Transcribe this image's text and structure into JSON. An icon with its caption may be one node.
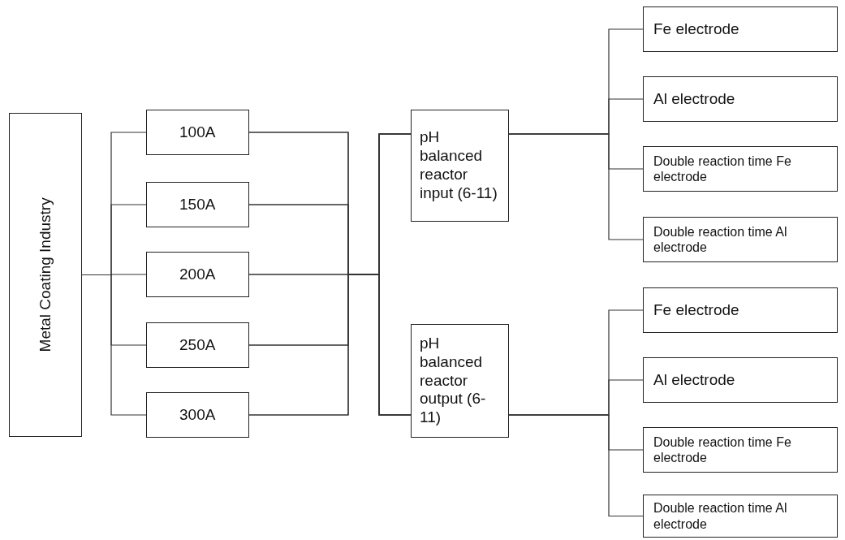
{
  "diagram": {
    "nodes": [
      {
        "text": [
          "Metal Coating Industry"
        ]
      },
      {
        "text": [
          "100A"
        ]
      },
      {
        "text": [
          "150A"
        ]
      },
      {
        "text": [
          "200A"
        ]
      },
      {
        "text": [
          "250A"
        ]
      },
      {
        "text": [
          "300A"
        ]
      },
      {
        "text": [
          "pH balanced reactor input (6-11)"
        ]
      },
      {
        "text": [
          "Fe electrode"
        ]
      },
      {
        "text": [
          "Al electrode"
        ]
      },
      {
        "text": [
          "Double reaction time Fe electrode"
        ]
      },
      {
        "text": [
          "Double reaction time Al electrode"
        ]
      },
      {
        "text": [
          "pH balanced reactor output (6-11)"
        ]
      },
      {
        "text": [
          "Fe electrode"
        ]
      },
      {
        "text": [
          "Al electrode"
        ]
      },
      {
        "text": [
          "Double reaction time Fe electrode"
        ]
      },
      {
        "text": [
          "Double reaction time Al electrode"
        ]
      }
    ],
    "edges": [
      {
        "from": 0,
        "to": 1,
        "arrow": "none"
      },
      {
        "from": 0,
        "to": 2,
        "arrow": "none"
      },
      {
        "from": 0,
        "to": 3,
        "arrow": "none"
      },
      {
        "from": 0,
        "to": 4,
        "arrow": "none"
      },
      {
        "from": 0,
        "to": 5,
        "arrow": "none"
      },
      {
        "from": 1,
        "to": 6,
        "arrow": "none"
      },
      {
        "from": 2,
        "to": 6,
        "arrow": "none"
      },
      {
        "from": 3,
        "to": 6,
        "arrow": "none"
      },
      {
        "from": 4,
        "to": 6,
        "arrow": "none"
      },
      {
        "from": 5,
        "to": 6,
        "arrow": "none"
      },
      {
        "from": 1,
        "to": 11,
        "arrow": "none"
      },
      {
        "from": 2,
        "to": 11,
        "arrow": "none"
      },
      {
        "from": 3,
        "to": 11,
        "arrow": "none"
      },
      {
        "from": 4,
        "to": 11,
        "arrow": "none"
      },
      {
        "from": 5,
        "to": 11,
        "arrow": "none"
      },
      {
        "from": 6,
        "to": 7,
        "arrow": "none"
      },
      {
        "from": 6,
        "to": 8,
        "arrow": "none"
      },
      {
        "from": 6,
        "to": 9,
        "arrow": "none"
      },
      {
        "from": 6,
        "to": 10,
        "arrow": "none"
      },
      {
        "from": 11,
        "to": 12,
        "arrow": "none"
      },
      {
        "from": 11,
        "to": 13,
        "arrow": "none"
      },
      {
        "from": 11,
        "to": 14,
        "arrow": "none"
      },
      {
        "from": 11,
        "to": 15,
        "arrow": "none"
      }
    ]
  }
}
